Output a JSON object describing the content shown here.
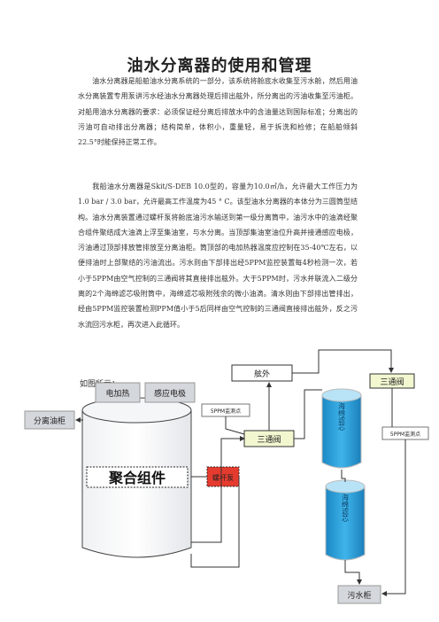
{
  "document": {
    "title": "油水分离器的使用和管理",
    "paragraph1": "油水分离器是船舶油水分离系统的一部分，该系统将舱底水收集至污水舱，然后用油水分离装置专用泵讲污水经油水分离器处理后排出舷外，所分离出的污油收集至污油柜。对船用油水分离器的要求：必须保证经分离后排放水中的含油量达到国际标准；分离出的污油可自动排出分离器；结构简单，体积小，重量轻，易于拆洗和检修；在船舶倾斜22.5°时能保持正常工作。",
    "paragraph2": "我船油水分离器是Skit/S-DEB 10.0型的，容量为10.0㎥/h，允许最大工作压力为1.0 bar / 3.0 bar，允许最高工作温度为45 ° C。该型油水分离器的本体分为三圆筒型结构。油水分离装置通过螺杆泵将舱底油污水输送到第一级分离筒中，油污水中的油滴经聚合组件聚结成大油滴上浮至集油室，与水分离。当顶部集油室油位升高并接通感应电极，污油通过顶部排放管排放至分离油柜。筒顶部的电加热器温度应控制在35-40℃左右，以便排油时上部聚结的污油流出。污水则由下部排出经5PPM监控装置每4秒检测一次，若小于5PPM由空气控制的三通阀将其直接排出舷外。大于5PPM时，污水并联流入二级分离的2个海绵滤芯吸附筒中，海绵滤芯吸附残余的微小油滴。清水则由下部排出管排出，经由5PPM监控装置检测PPM值小于5后同样由空气控制的三通阀直接排出舷外，反之污水流回污水柜，再次进入此循环。",
    "figure_caption": "如图所示："
  },
  "diagram": {
    "heater": "电加热",
    "electrode": "感应电极",
    "oil_tank": "分离油柜",
    "coalescer": "聚合组件",
    "overboard": "舷外",
    "three_way_valve_1": "三通阀",
    "three_way_valve_2": "三通阀",
    "monitor_1": "5PPM监测点",
    "monitor_2": "5PPM监测点",
    "screw_pump": "螺杆泵",
    "sponge_filter": "海绵滤芯",
    "sewage_tank": "污水柜"
  },
  "colors": {
    "overboard_fill": "#ffffff",
    "valve_fill": "#f2f7d0",
    "pump_fill": "#e53b2e",
    "filter_fill": "#2a9fd8",
    "tag_fill": "#d4d7dc"
  }
}
